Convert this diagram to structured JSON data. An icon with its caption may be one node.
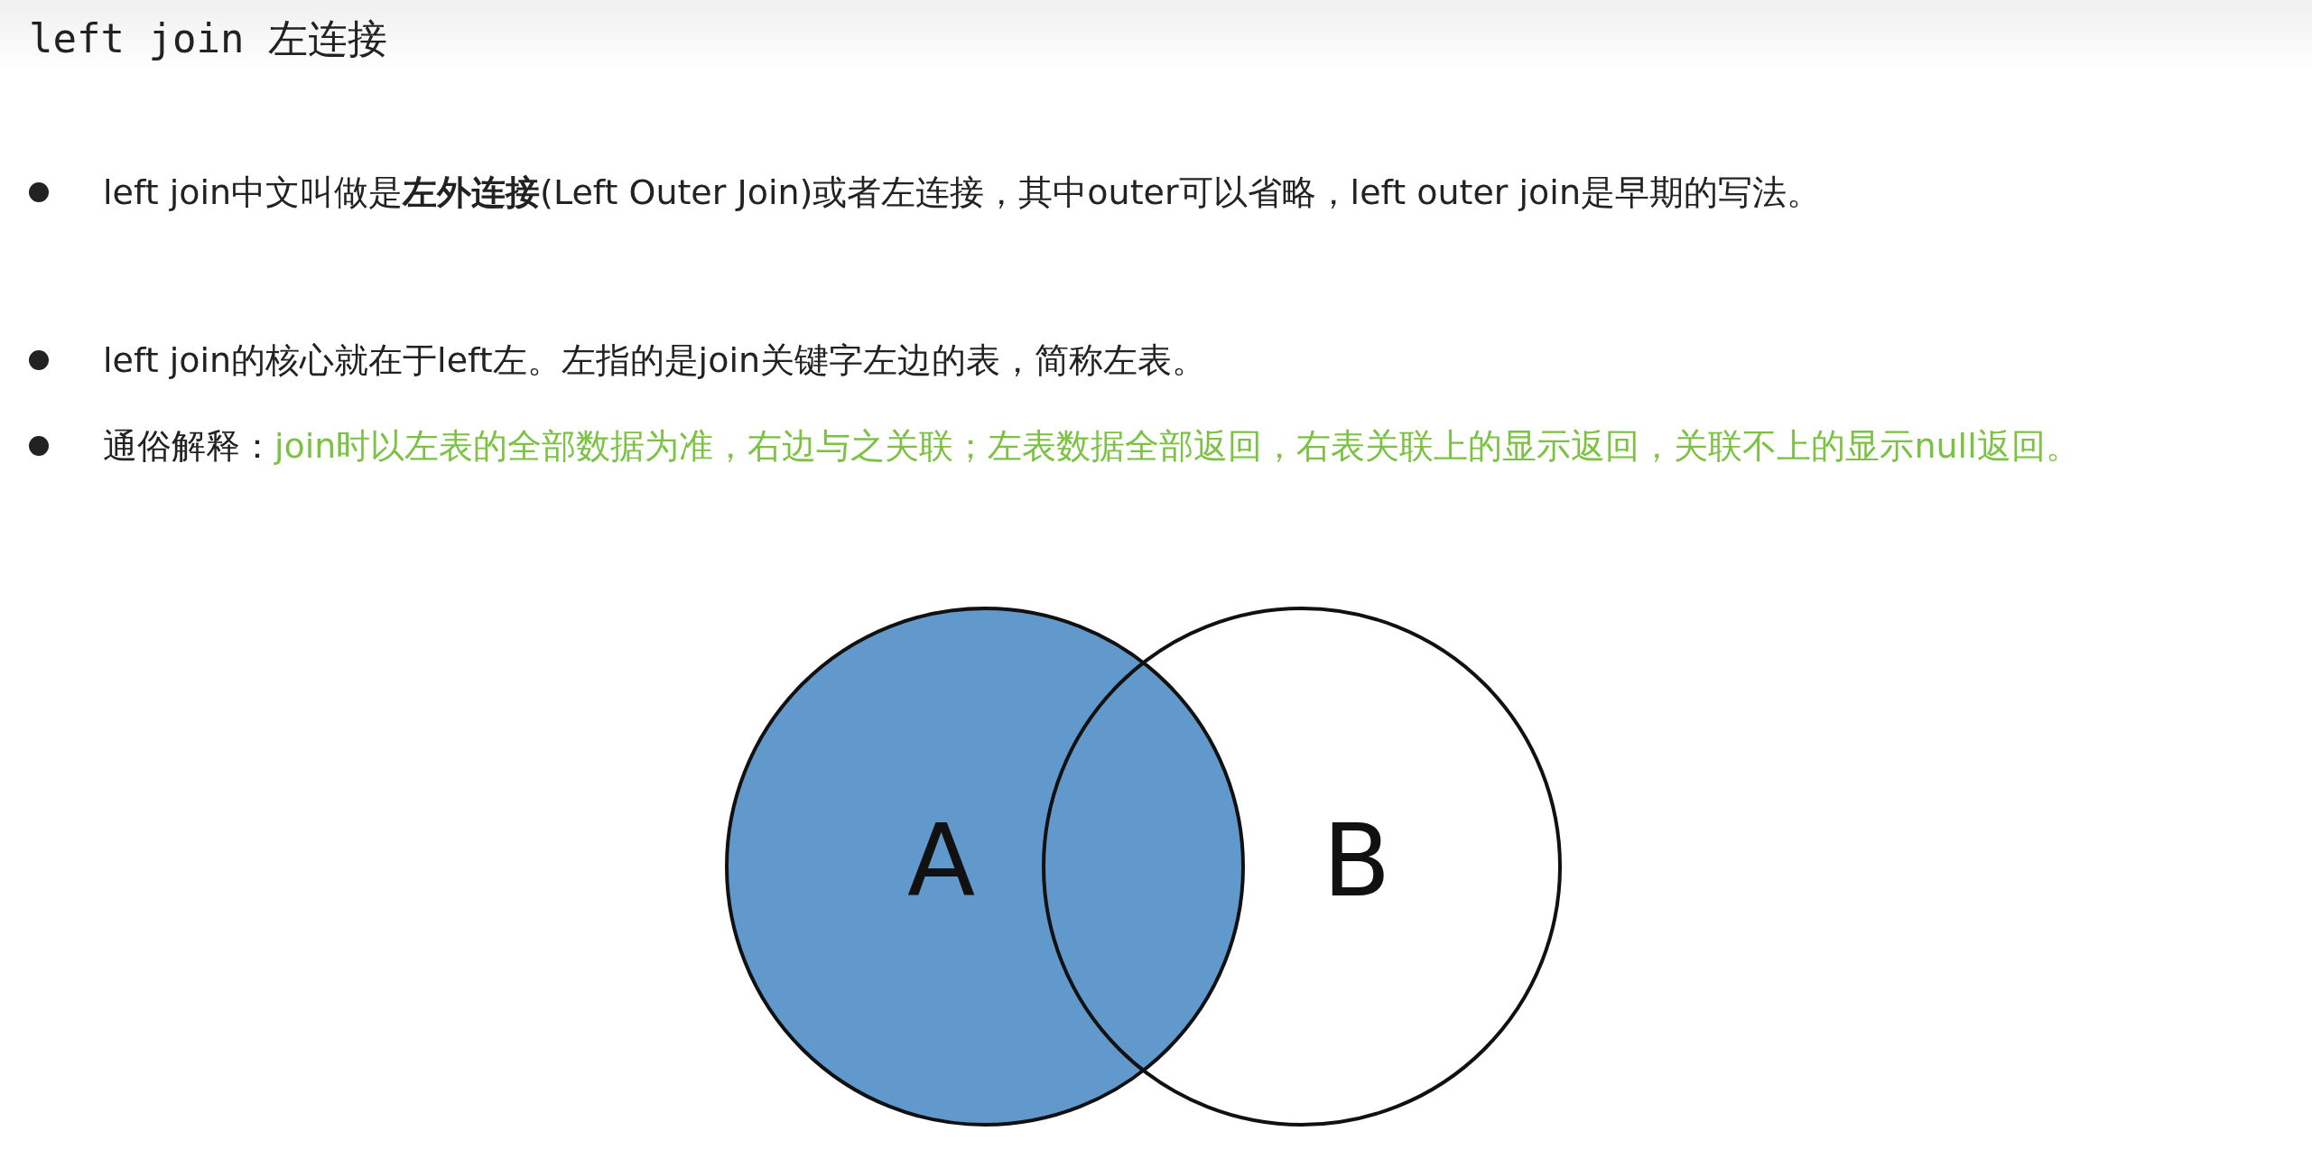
{
  "diagram": {
    "title": "left join 左连接",
    "nodes": [
      {
        "text": [
          "A"
        ]
      },
      {
        "text": [
          "B"
        ]
      }
    ],
    "edges": [],
    "labels": [
      "left join中文叫做是**左外连接**(Left Outer Join)或者左连接，其中outer可以省略，left outer join是早期的写法。",
      "left join的核心就在于left左。左指的是join关键字左边的表，简称左表。",
      "通俗解释：",
      "join时以左表的全部数据为准，右边与之关联；左表数据全部返回，右表关联上的显示返回，关联不上的显示null返回。"
    ]
  }
}
